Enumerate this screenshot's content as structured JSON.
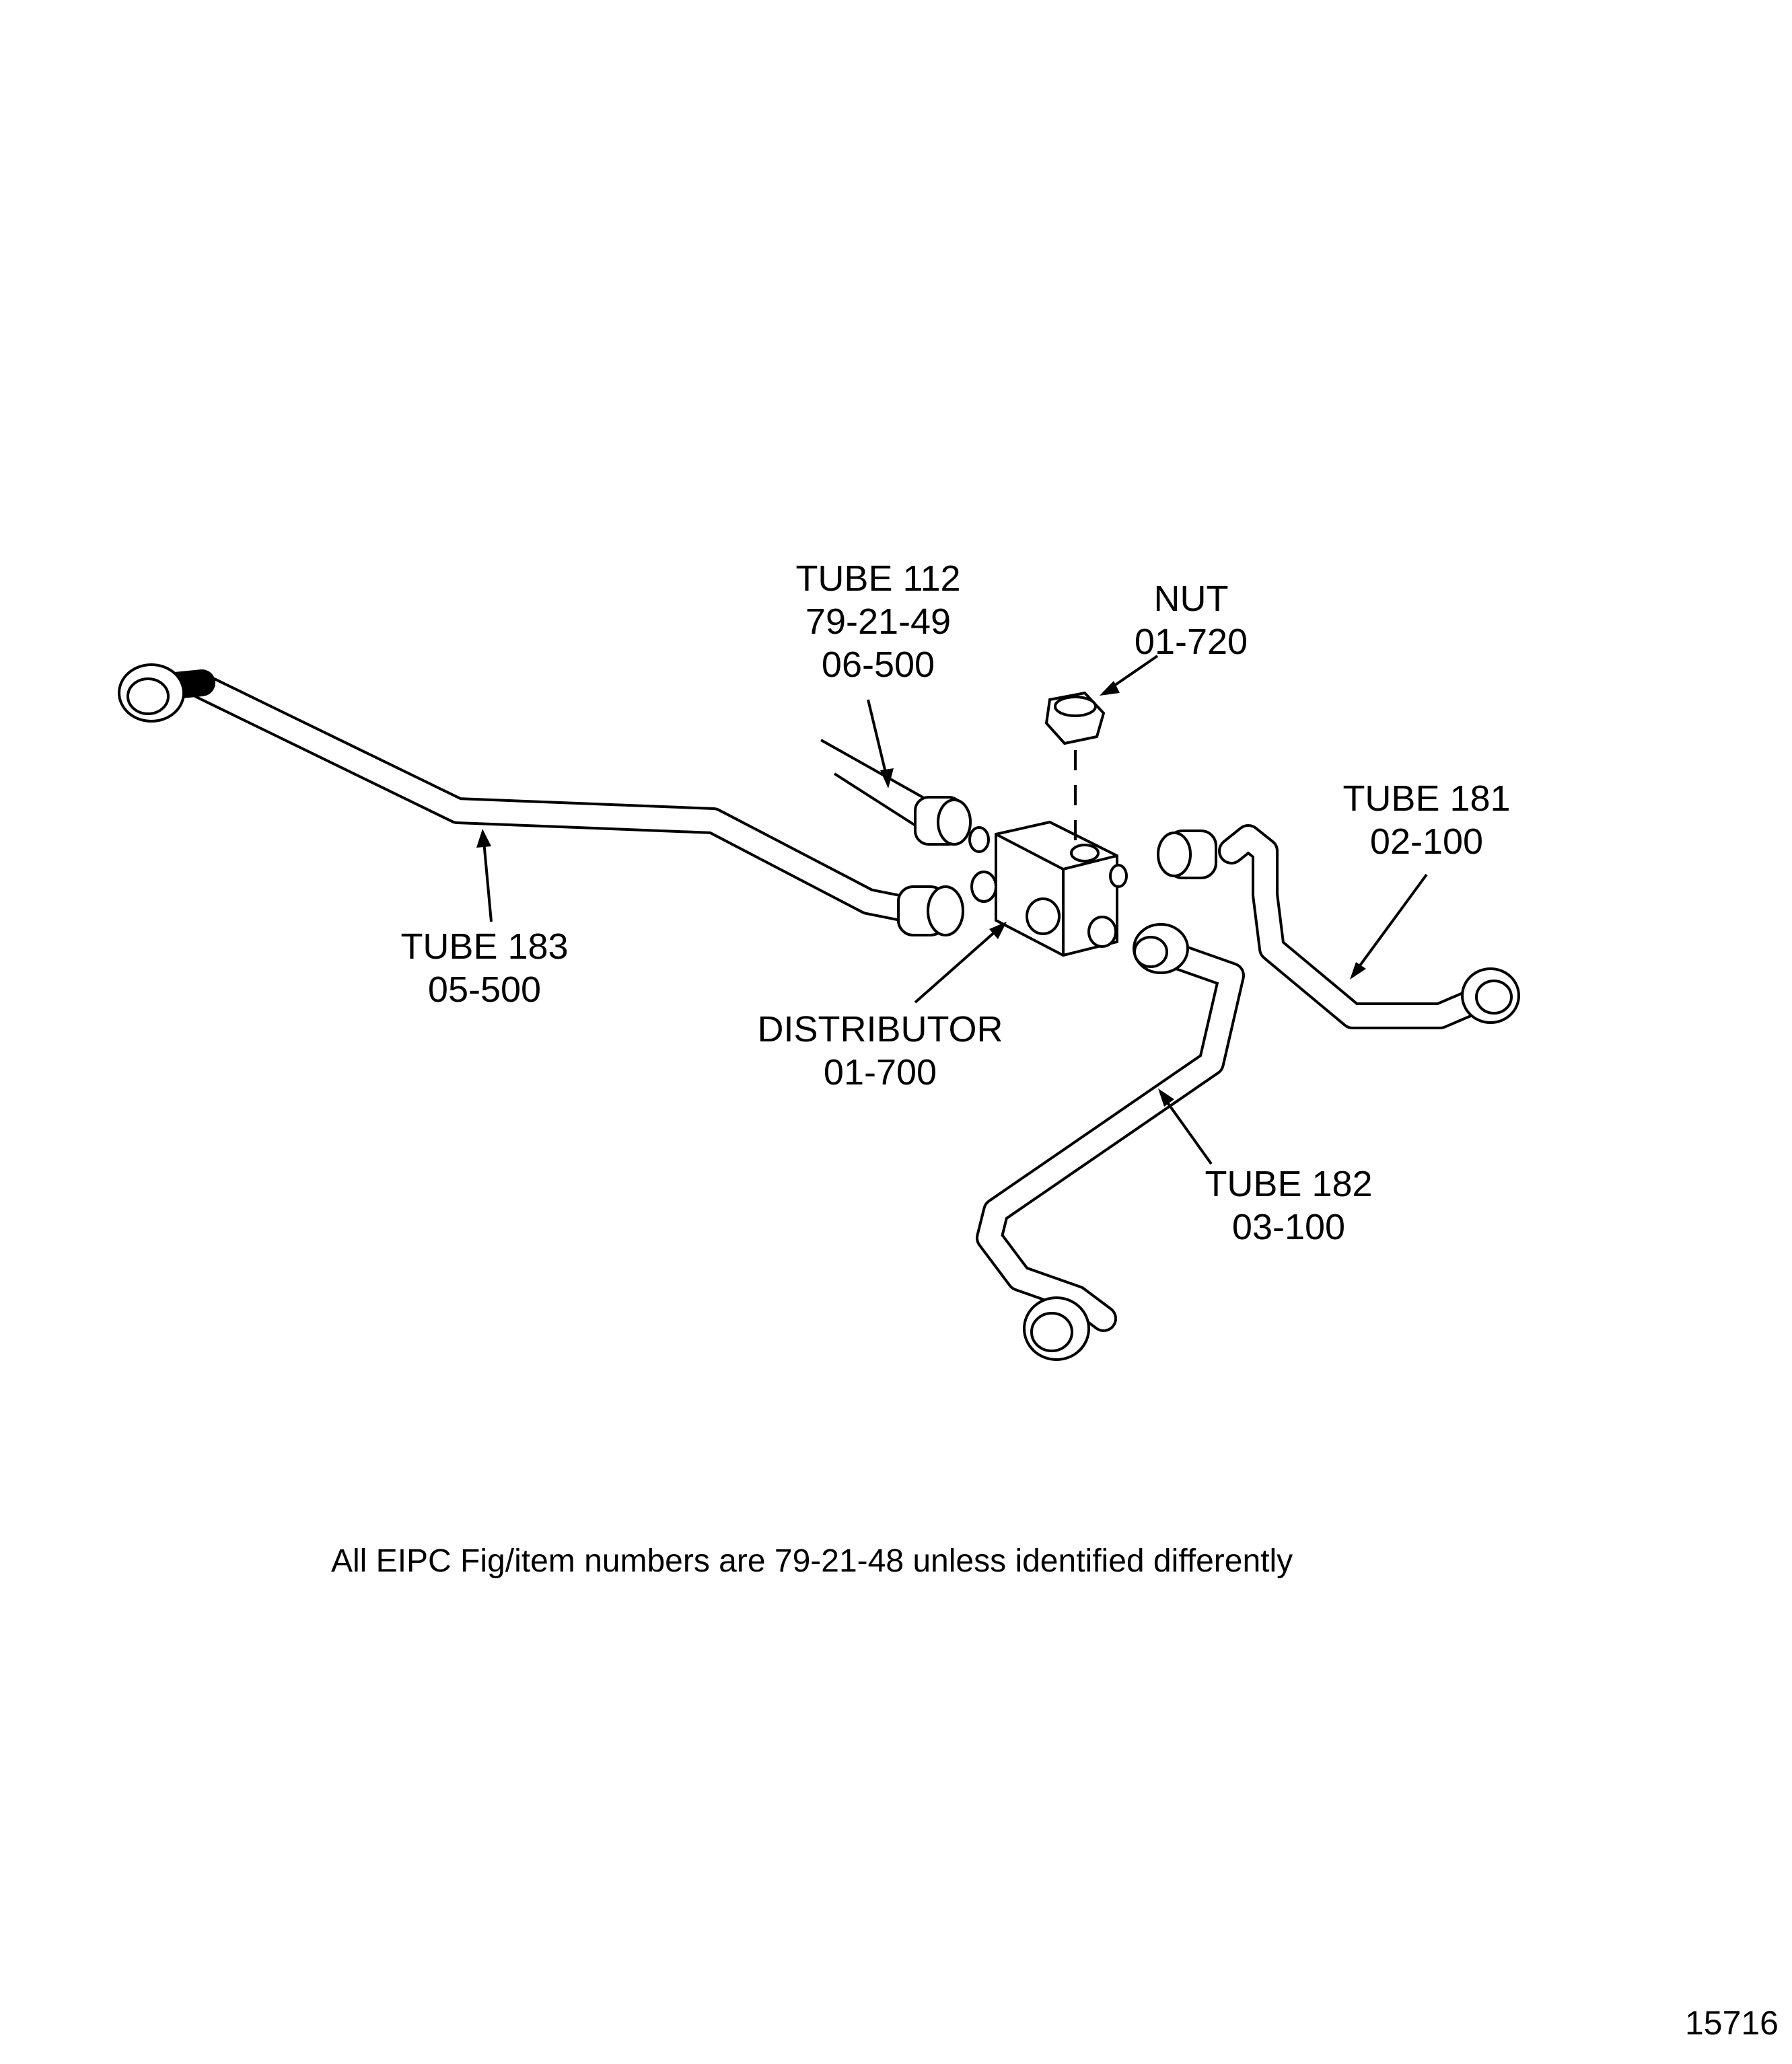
{
  "callouts": {
    "tube112": {
      "name": "TUBE 112",
      "ref": "79-21-49",
      "item": "06-500"
    },
    "nut": {
      "name": "NUT",
      "item": "01-720"
    },
    "tube181": {
      "name": "TUBE 181",
      "item": "02-100"
    },
    "tube183": {
      "name": "TUBE 183",
      "item": "05-500"
    },
    "distributor": {
      "name": "DISTRIBUTOR",
      "item": "01-700"
    },
    "tube182": {
      "name": "TUBE 182",
      "item": "03-100"
    }
  },
  "footnote": "All EIPC Fig/item numbers are 79-21-48 unless identified differently",
  "figure_number": "15716",
  "colors": {
    "ink": "#000000",
    "paper": "#ffffff"
  }
}
